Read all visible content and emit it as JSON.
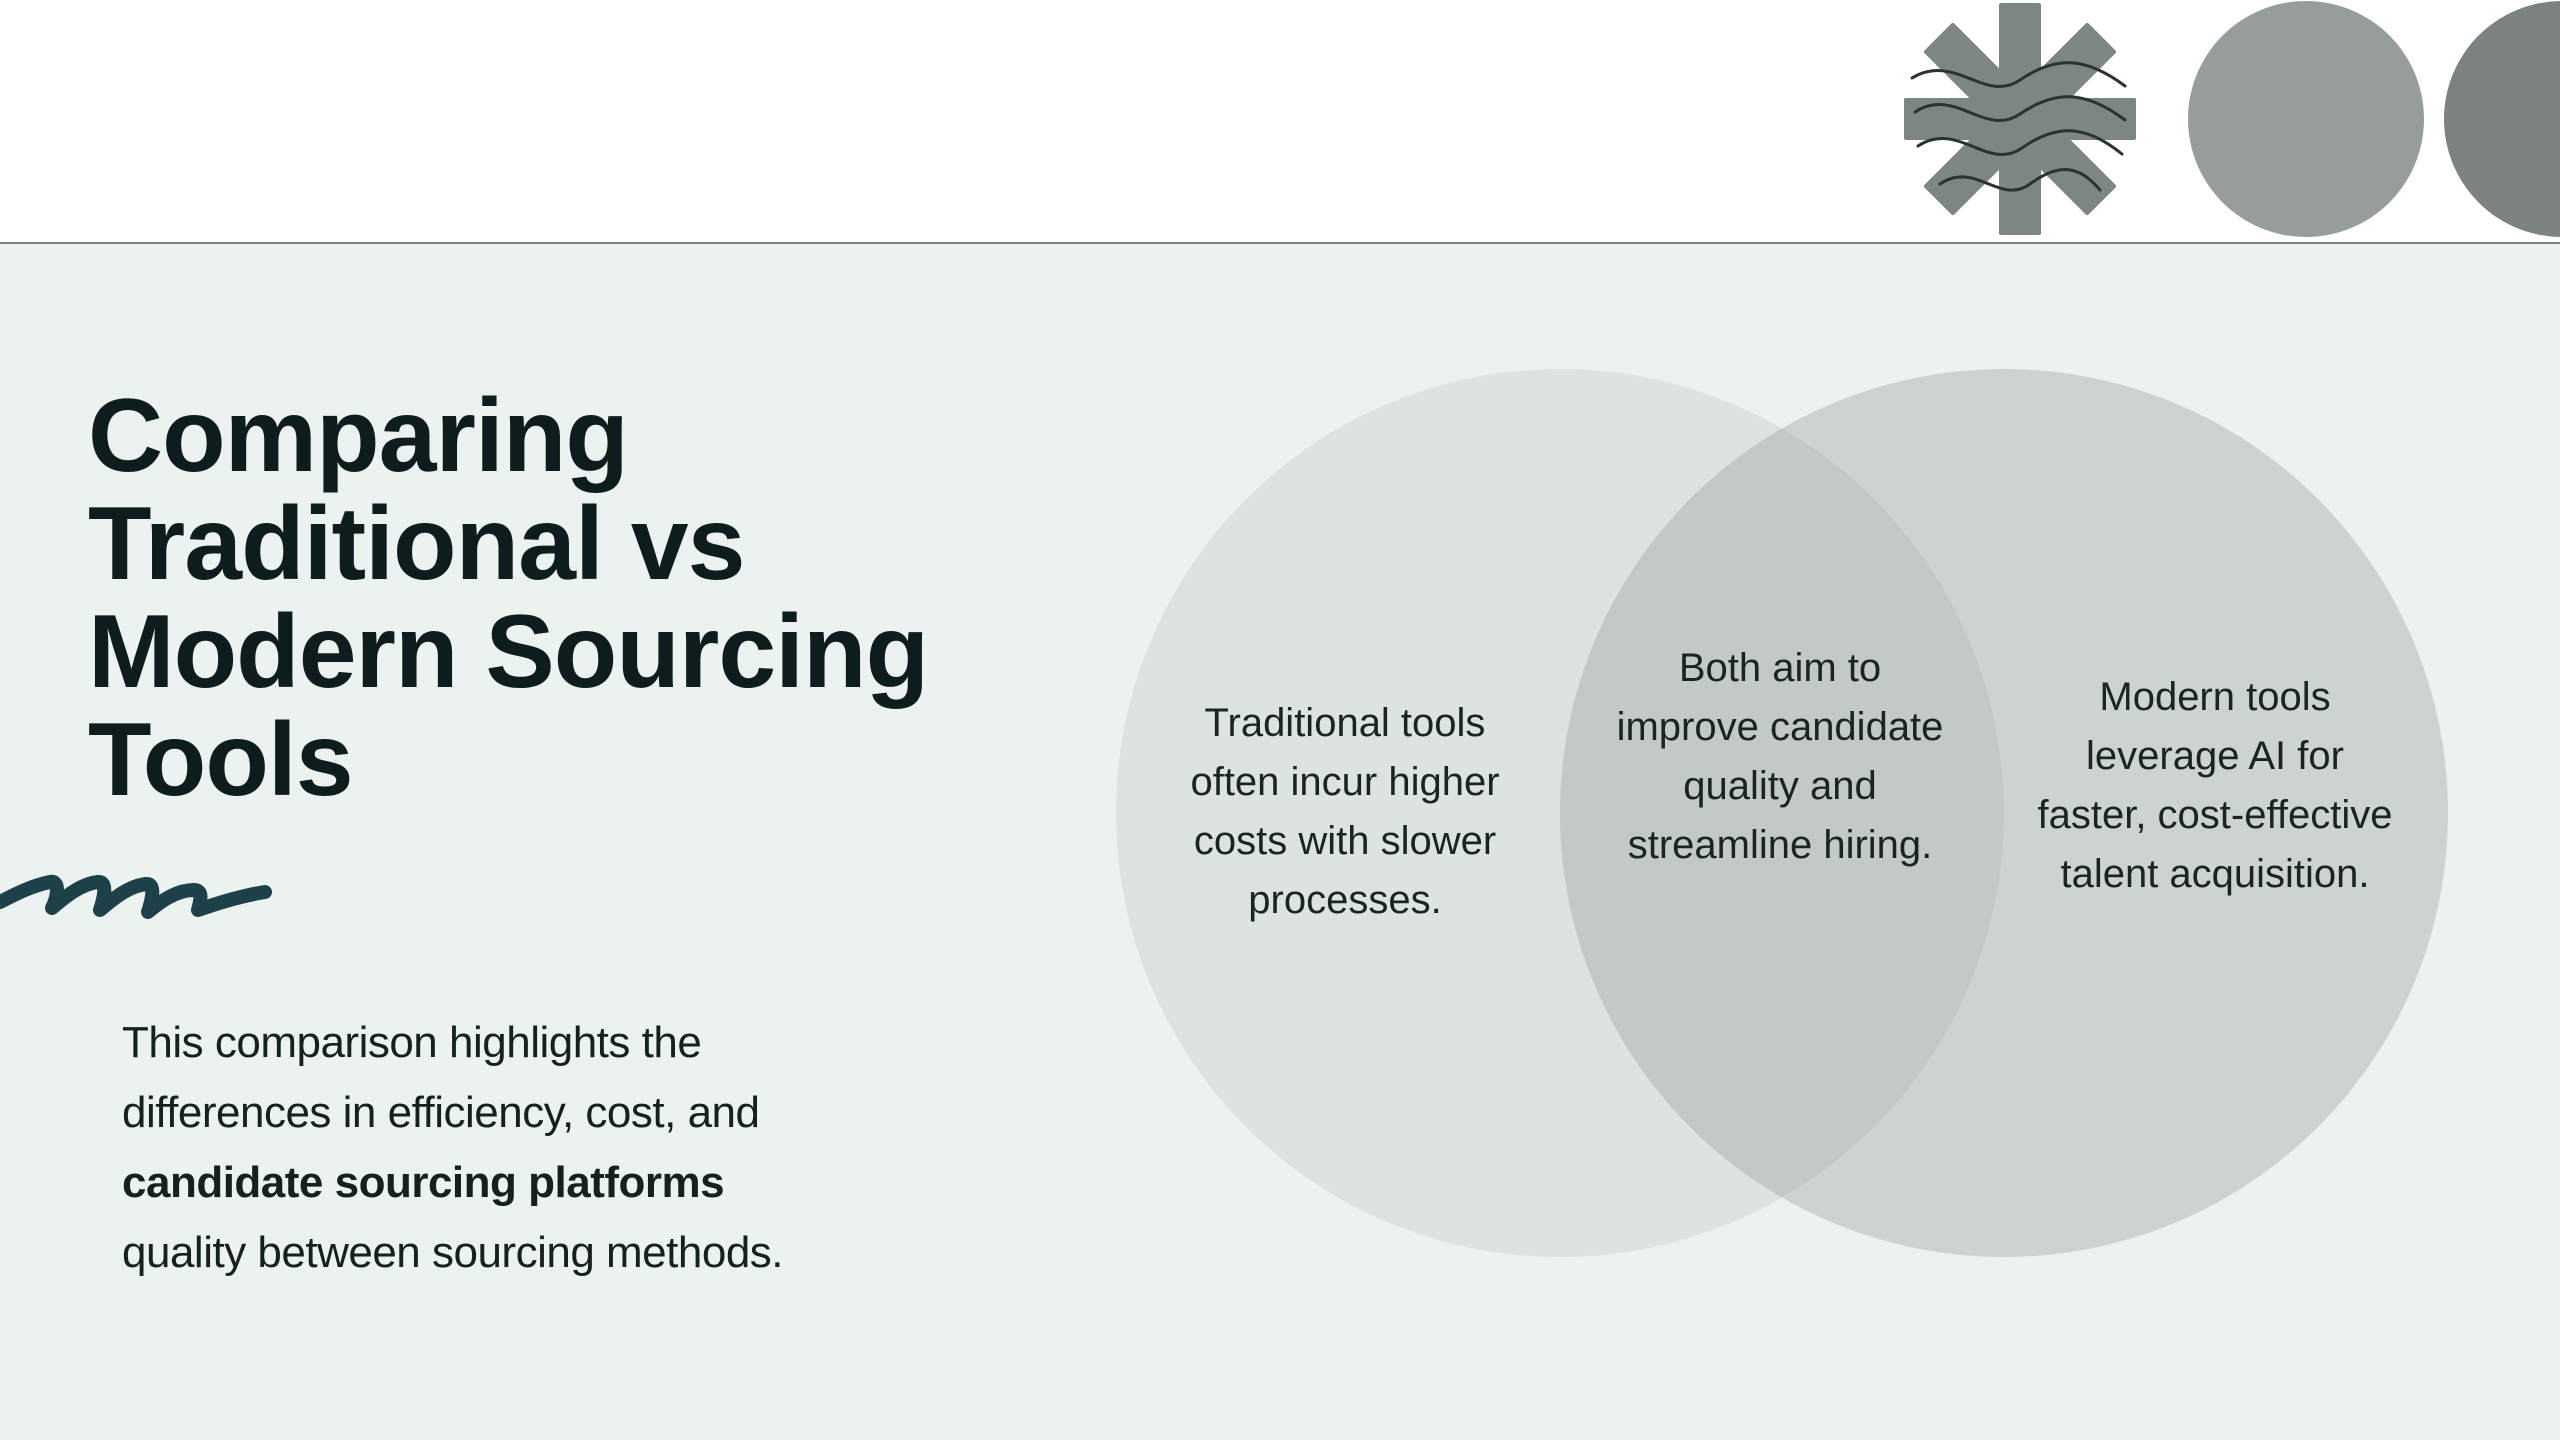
{
  "title": "Comparing Traditional vs Modern Sourcing Tools",
  "intro": {
    "line1": "This comparison highlights the",
    "line2": "differences in efficiency, cost, and",
    "emphasis": "candidate sourcing platforms",
    "line3": "quality between sourcing methods."
  },
  "venn": {
    "left_text": "Traditional tools often incur higher costs with slower processes.",
    "center_text": "Both aim to improve candidate quality and streamline hiring.",
    "right_text": "Modern tools leverage AI for faster, cost-effective talent acquisition."
  },
  "colors": {
    "panel_background": "#ebf2ef",
    "left_circle": "#dce3e0",
    "right_circle": "#cdd3d0",
    "overlap": "#c3c9c6",
    "title_text": "#0f1c1e",
    "squiggle": "#1e4049",
    "deco_asterisk": "#7e8685",
    "deco_circle_1": "#979d9c",
    "deco_circle_2": "#7b8281"
  },
  "icons": {
    "decoration_1": "asterisk-icon",
    "decoration_2": "circle-icon",
    "decoration_3": "half-circle-icon",
    "accent": "squiggle-icon"
  }
}
